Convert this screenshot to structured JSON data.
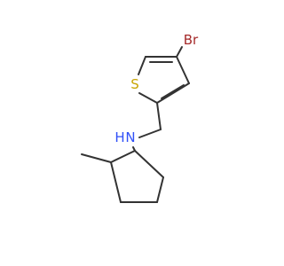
{
  "molecule": {
    "atoms": {
      "bromine": {
        "label": "Br",
        "color": "#a52a2a"
      },
      "sulfur": {
        "label": "S",
        "color": "#c8a400"
      },
      "amine": {
        "label": "N",
        "color": "#3050f8"
      },
      "amine_h": {
        "label": "H",
        "color": "#3050f8"
      }
    },
    "bond_color": "#333333"
  }
}
